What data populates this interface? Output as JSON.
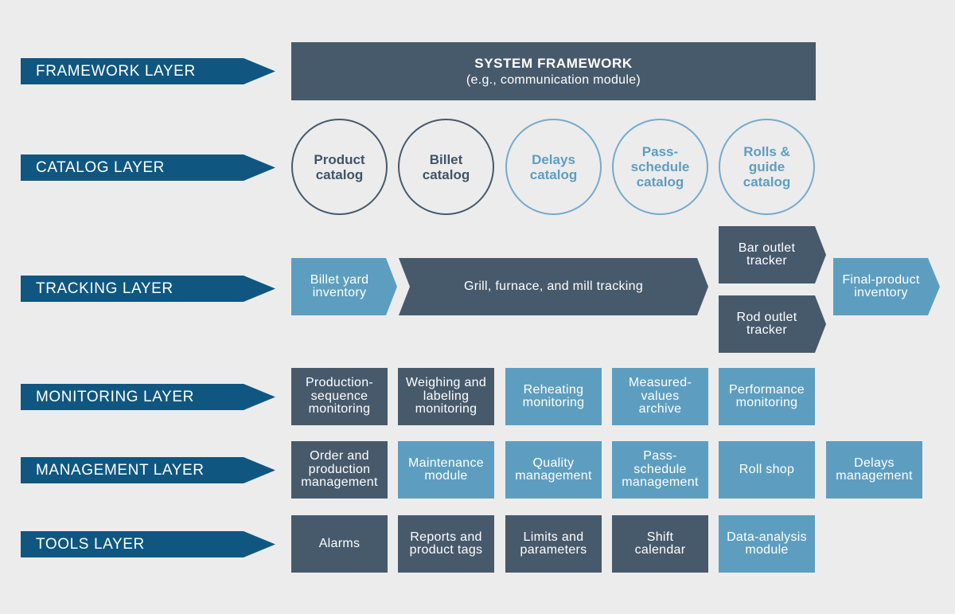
{
  "layers": {
    "framework": "FRAMEWORK LAYER",
    "catalog": "CATALOG LAYER",
    "tracking": "TRACKING LAYER",
    "monitoring": "MONITORING LAYER",
    "management": "MANAGEMENT LAYER",
    "tools": "TOOLS LAYER"
  },
  "framework": {
    "title": "SYSTEM FRAMEWORK",
    "subtitle": "(e.g., communication module)"
  },
  "catalog": {
    "product": "Product\ncatalog",
    "billet": "Billet\ncatalog",
    "delays": "Delays\ncatalog",
    "pass_schedule": "Pass-\nschedule\ncatalog",
    "rolls_guide": "Rolls &\nguide\ncatalog"
  },
  "tracking": {
    "billet_yard": "Billet yard\ninventory",
    "grill_furnace_mill": "Grill, furnace, and mill tracking",
    "bar_outlet": "Bar outlet\ntracker",
    "rod_outlet": "Rod outlet\ntracker",
    "final_product": "Final-product\ninventory"
  },
  "monitoring": {
    "production_sequence": "Production-\nsequence\nmonitoring",
    "weighing_labeling": "Weighing and\nlabeling\nmonitoring",
    "reheating": "Reheating\nmonitoring",
    "measured_values": "Measured-\nvalues\narchive",
    "performance": "Performance\nmonitoring"
  },
  "management": {
    "order_production": "Order and\nproduction\nmanagement",
    "maintenance": "Maintenance\nmodule",
    "quality": "Quality\nmanagement",
    "pass_schedule": "Pass-\nschedule\nmanagement",
    "roll_shop": "Roll shop",
    "delays": "Delays\nmanagement"
  },
  "tools": {
    "alarms": "Alarms",
    "reports_tags": "Reports and\nproduct tags",
    "limits_parameters": "Limits and\nparameters",
    "shift_calendar": "Shift\ncalendar",
    "data_analysis": "Data-analysis\nmodule"
  },
  "colors": {
    "layer_arrow": "#0f5781",
    "dark_box": "#475a6c",
    "light_box": "#5d9ec0",
    "background": "#ececec"
  }
}
